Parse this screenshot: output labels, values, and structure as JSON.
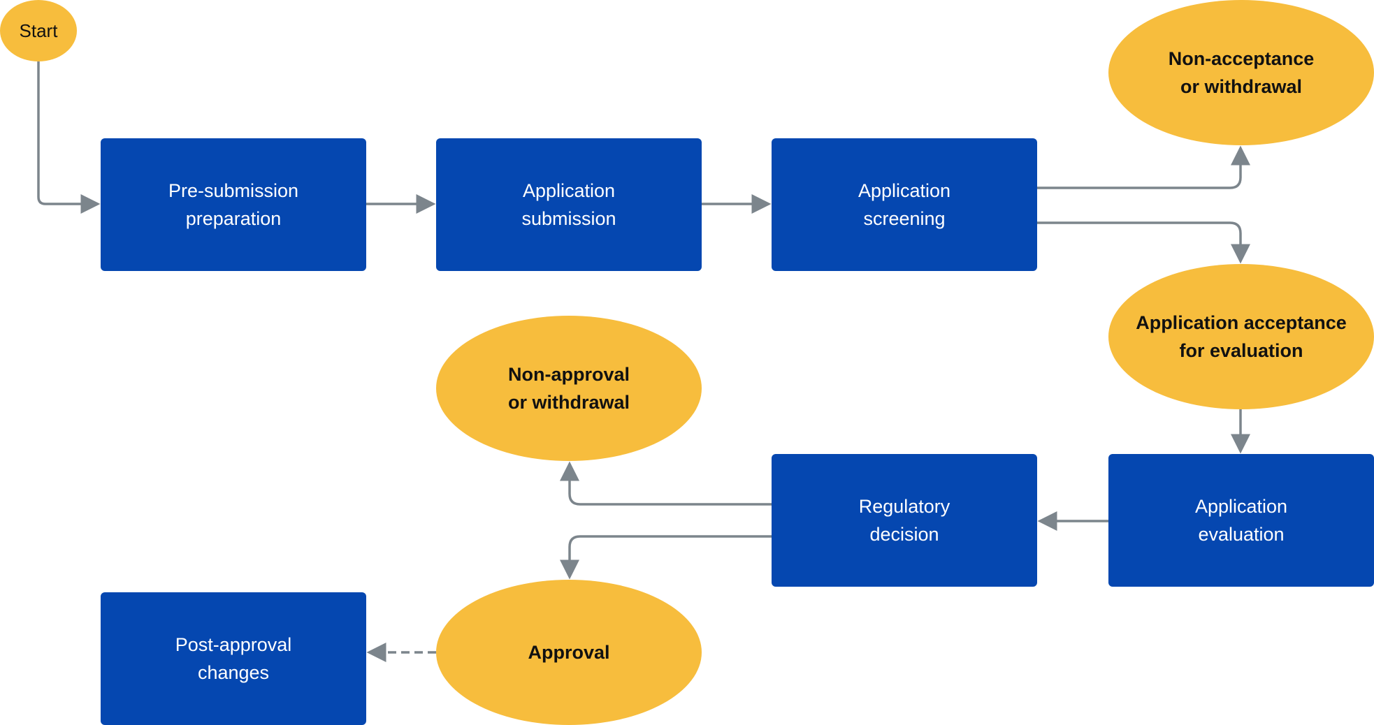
{
  "colors": {
    "process": "#0547B0",
    "outcome": "#F7BD3D",
    "connector": "#7C858C"
  },
  "nodes": {
    "start": "Start",
    "pre_submission": "Pre-submission\npreparation",
    "submission": "Application\nsubmission",
    "screening": "Application\nscreening",
    "non_acceptance": "Non-acceptance\nor withdrawal",
    "acceptance": "Application acceptance\nfor evaluation",
    "evaluation": "Application\nevaluation",
    "decision": "Regulatory\ndecision",
    "non_approval": "Non-approval\nor withdrawal",
    "approval": "Approval",
    "post_approval": "Post-approval\nchanges"
  },
  "edges": [
    {
      "from": "start",
      "to": "pre_submission",
      "style": "solid"
    },
    {
      "from": "pre_submission",
      "to": "submission",
      "style": "solid"
    },
    {
      "from": "submission",
      "to": "screening",
      "style": "solid"
    },
    {
      "from": "screening",
      "to": "non_acceptance",
      "style": "solid"
    },
    {
      "from": "screening",
      "to": "acceptance",
      "style": "solid"
    },
    {
      "from": "acceptance",
      "to": "evaluation",
      "style": "solid"
    },
    {
      "from": "evaluation",
      "to": "decision",
      "style": "solid"
    },
    {
      "from": "decision",
      "to": "non_approval",
      "style": "solid"
    },
    {
      "from": "decision",
      "to": "approval",
      "style": "solid"
    },
    {
      "from": "approval",
      "to": "post_approval",
      "style": "dashed"
    }
  ]
}
